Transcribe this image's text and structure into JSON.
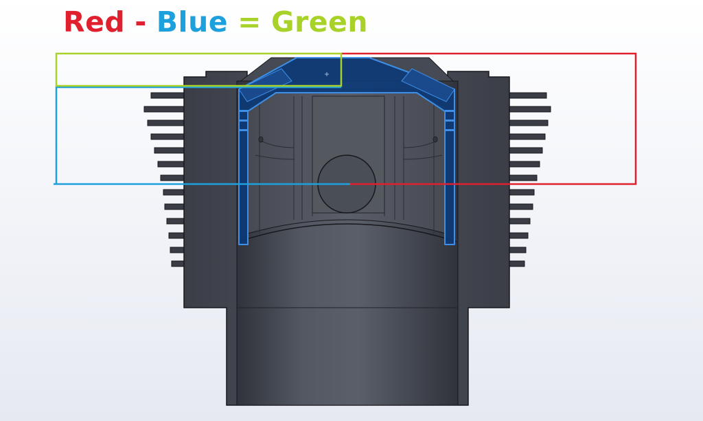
{
  "title": {
    "word_red": "Red",
    "minus": "-",
    "word_blue": "Blue",
    "equals": "=",
    "word_green": "Green"
  },
  "colors": {
    "red": "#e0202e",
    "blue": "#1ea0dd",
    "green": "#a8d22a",
    "piston_fill": "#0c3a78",
    "piston_outline": "#3d8fe8",
    "body_dark": "#3d4049",
    "body_mid": "#4a4e58",
    "edge": "#17181c"
  },
  "regions": [
    {
      "name": "red-region",
      "color_key": "red"
    },
    {
      "name": "blue-region",
      "color_key": "blue"
    },
    {
      "name": "green-region",
      "color_key": "green"
    }
  ],
  "icons": [
    "center-mark-icon"
  ]
}
